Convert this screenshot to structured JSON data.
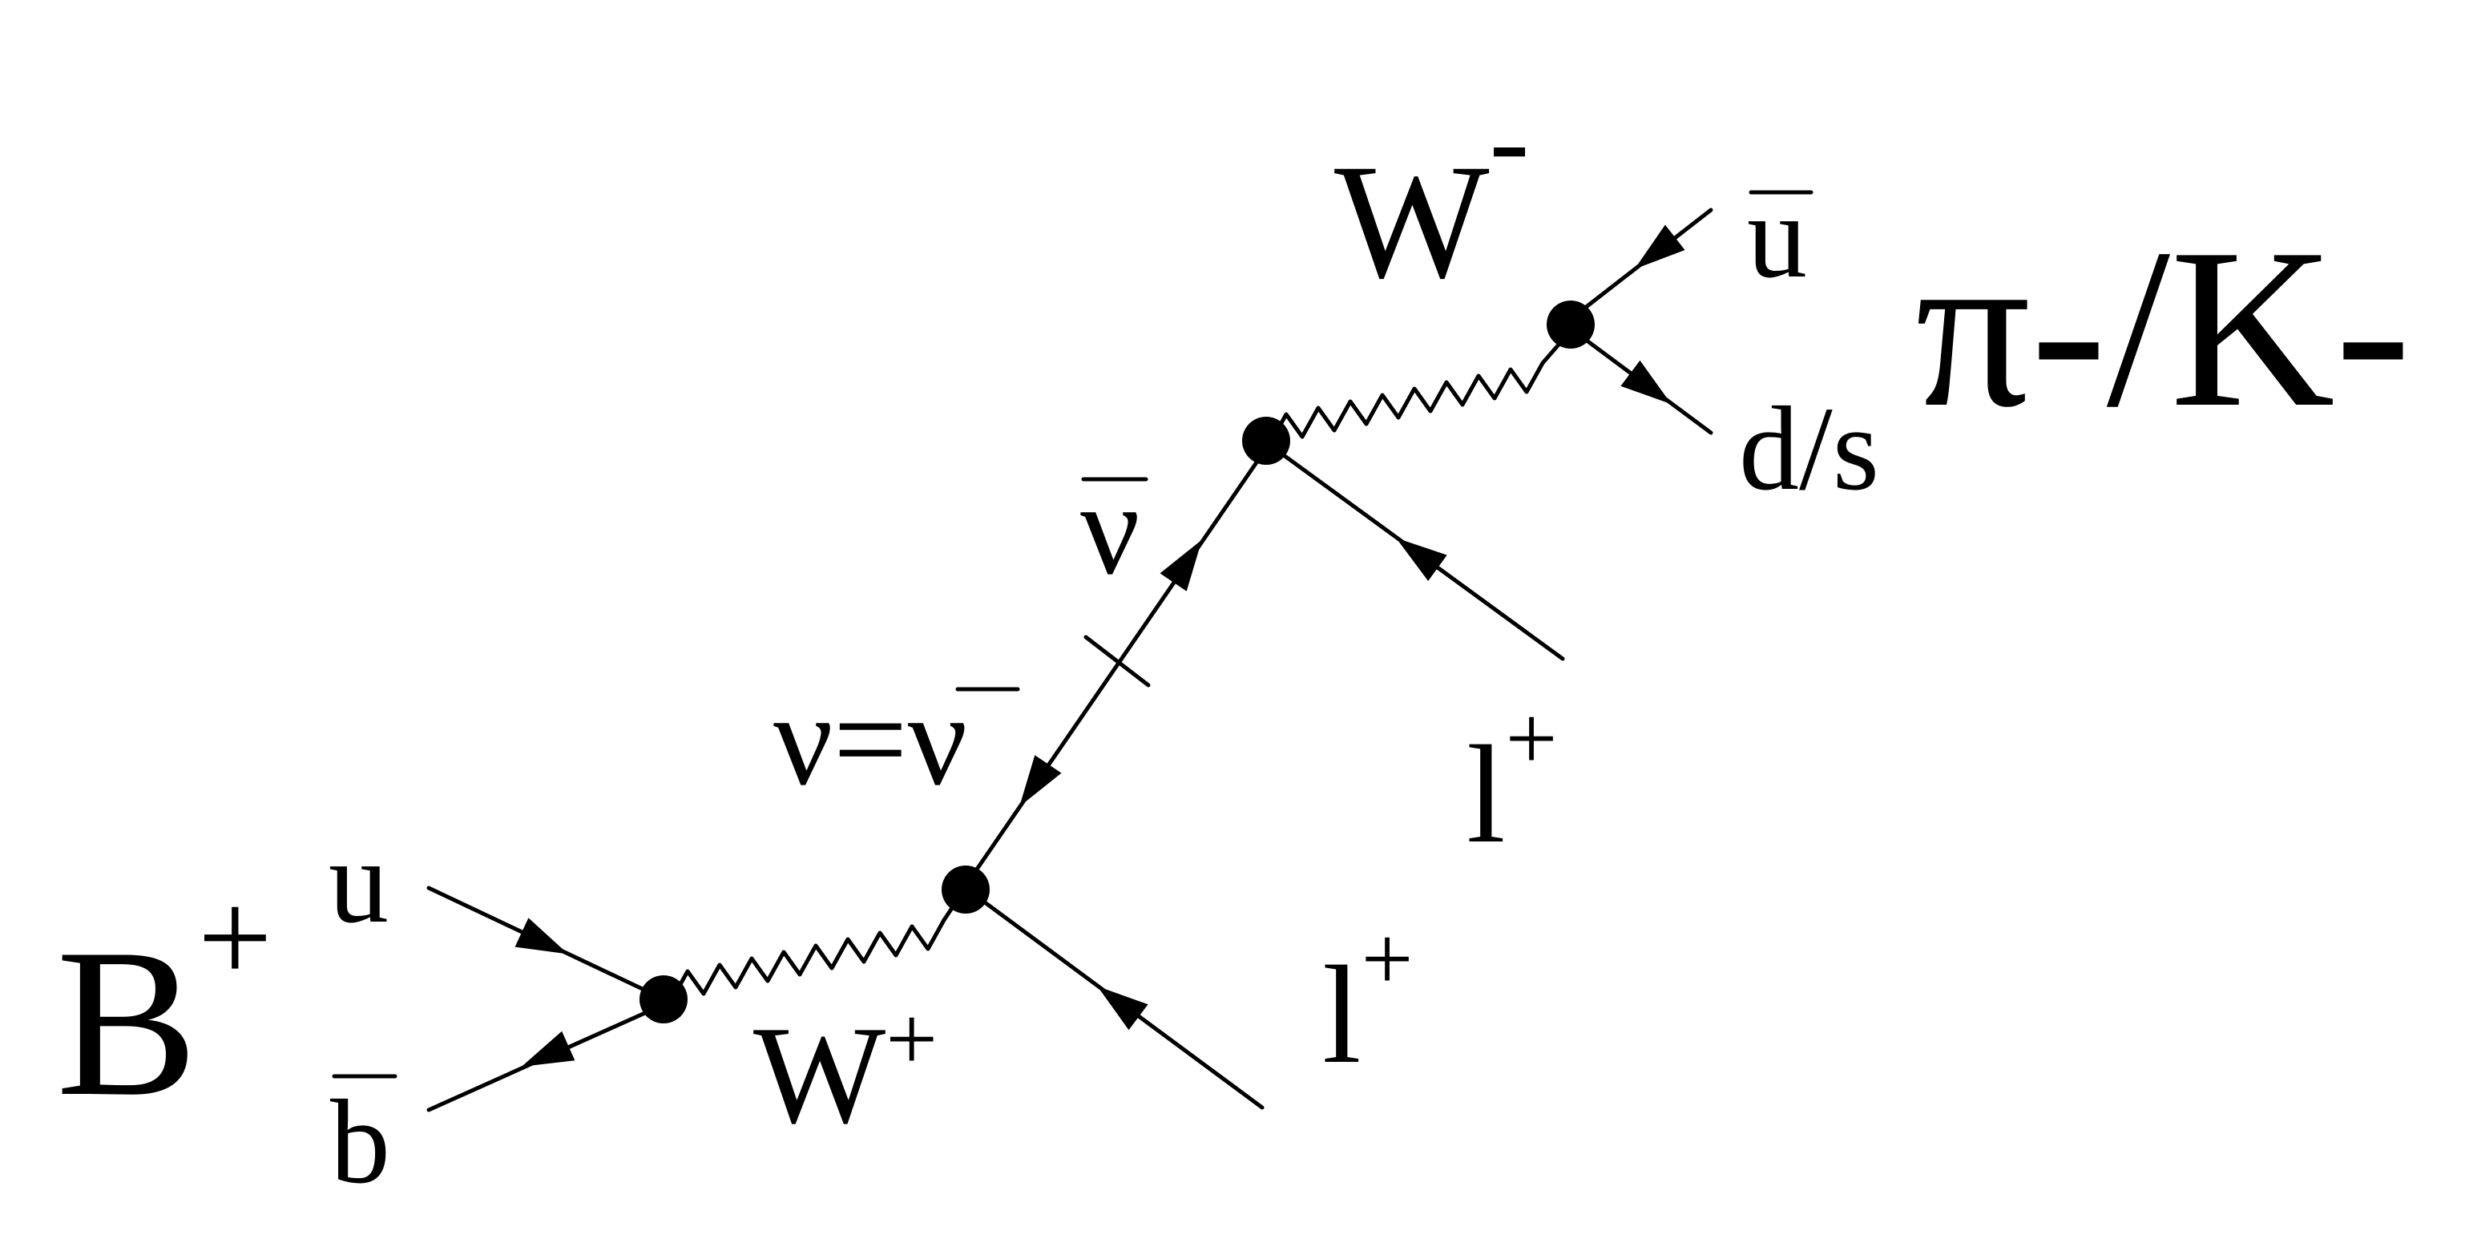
{
  "diagram": {
    "meson_initial": {
      "main": "B",
      "sup": "+"
    },
    "quark_u": "u",
    "quark_bbar": "b",
    "boson_w_plus": {
      "main": "W",
      "sup": "+"
    },
    "lepton_1": {
      "main": "l",
      "sup": "+"
    },
    "majorana_label": "ν=ν",
    "neutrino_bar": "ν",
    "lepton_2": {
      "main": "l",
      "sup": "+"
    },
    "boson_w_minus": {
      "main": "W",
      "sup": "-"
    },
    "quark_ubar": "u",
    "quark_ds": "d/s",
    "meson_final": "π-/K-",
    "colors": {
      "ink": "#000000",
      "background": "#ffffff"
    }
  }
}
